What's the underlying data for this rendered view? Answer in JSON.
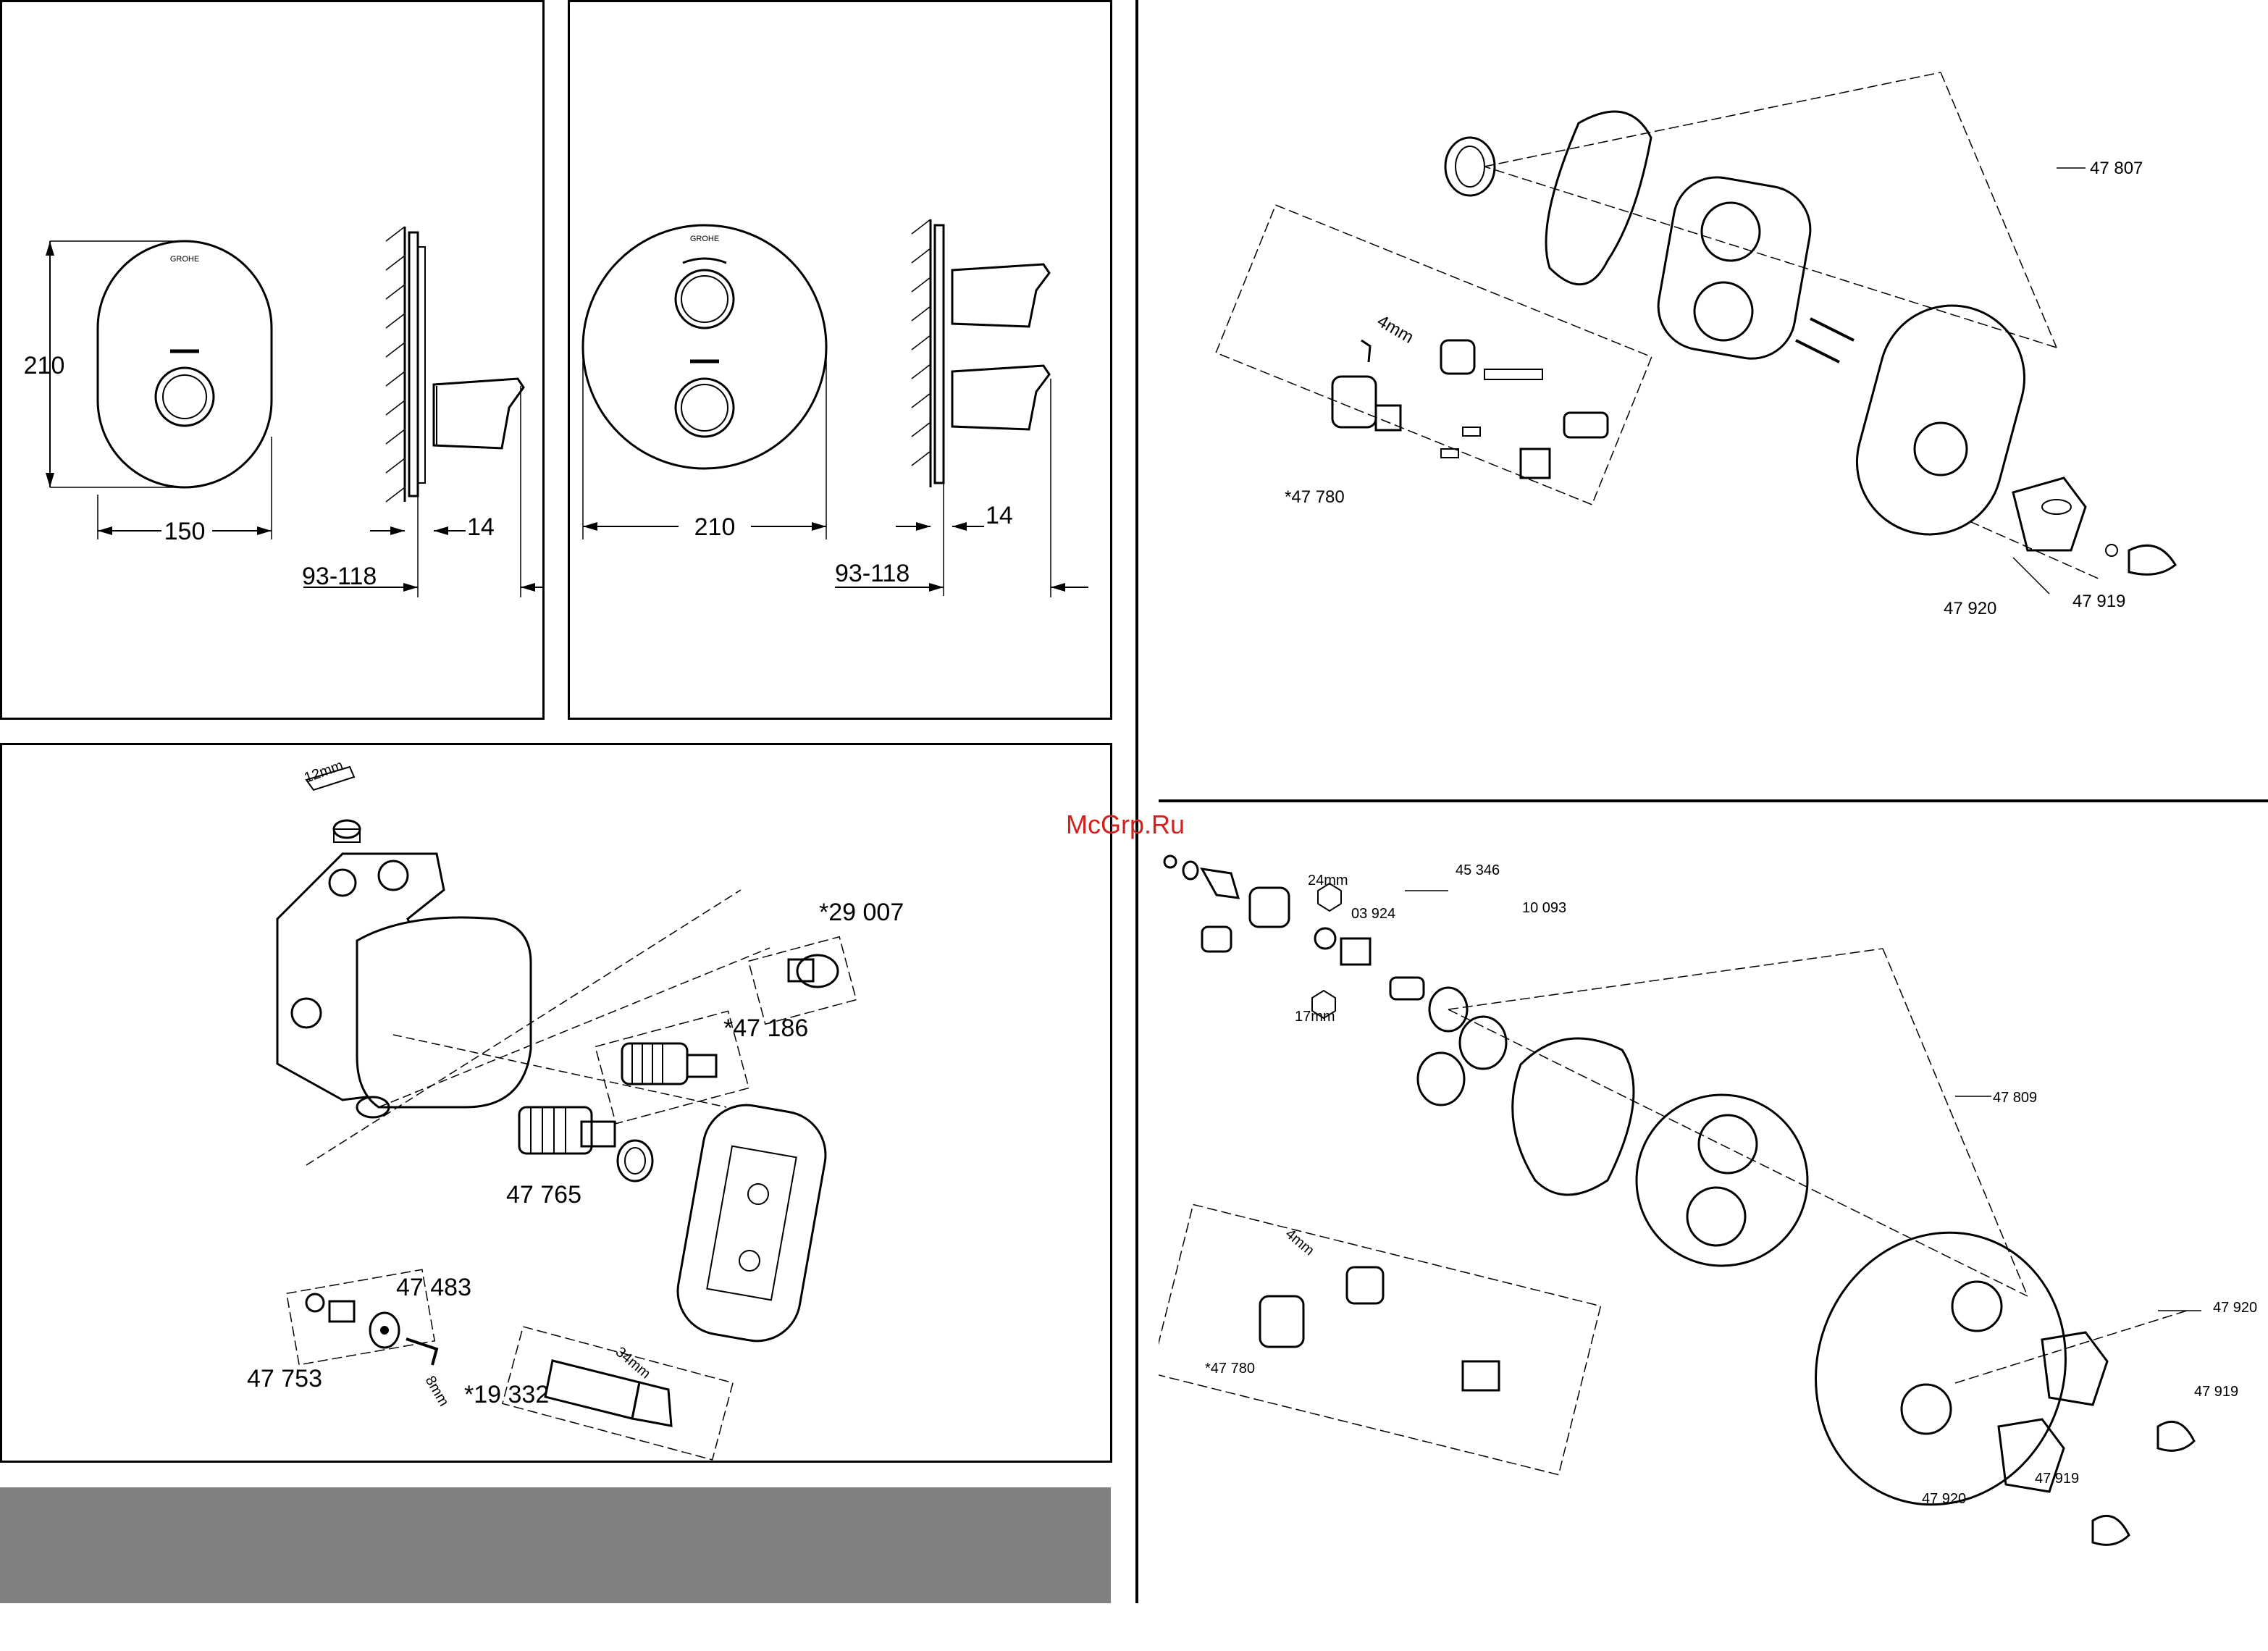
{
  "panel_a": {
    "height_label": "210",
    "width_label": "150",
    "depth_label": "93-118",
    "offset_label": "14",
    "logo_text": "GROHE"
  },
  "panel_b": {
    "width_label": "210",
    "depth_label": "93-118",
    "offset_label": "14",
    "logo_text": "GROHE"
  },
  "panel_c": {
    "tool_label_top": "12mm",
    "tool_label_bottom": "8mm",
    "tool_label_wrench": "34mm",
    "parts": {
      "p29007": "*29 007",
      "p47186": "*47 186",
      "p47483": "47 483",
      "p47765": "47 765",
      "p47753": "47 753",
      "p19332": "*19 332"
    }
  },
  "panel_d": {
    "tool_label": "4mm",
    "parts": {
      "p47807": "47 807",
      "p47780": "*47 780",
      "p47920": "47 920",
      "p47919": "47 919"
    }
  },
  "panel_e": {
    "tool_label_24": "24mm",
    "tool_label_17": "17mm",
    "tool_label_4": "4mm",
    "parts": {
      "p45346": "45 346",
      "p03924": "03 924",
      "p10093": "10 093",
      "p47809": "47 809",
      "p47780": "*47 780",
      "p47920a": "47 920",
      "p47919a": "47 919",
      "p47920b": "47 920",
      "p47919b": "47 919"
    }
  },
  "watermark": "McGrp.Ru"
}
